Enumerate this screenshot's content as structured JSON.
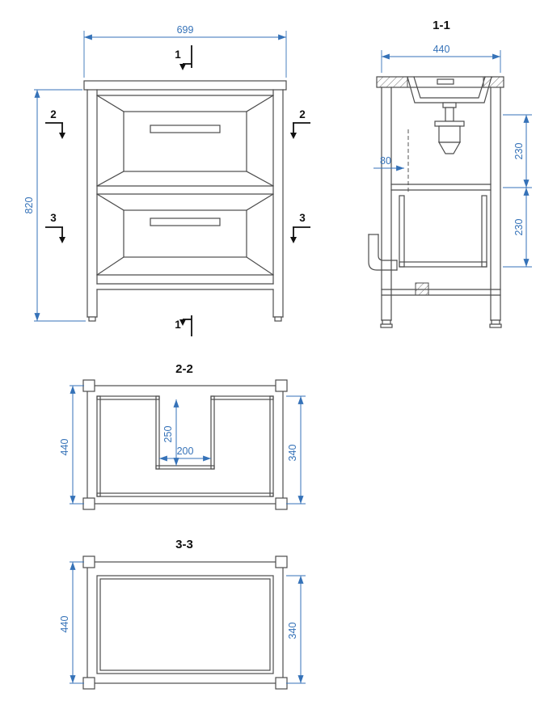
{
  "page": {
    "background": "#ffffff"
  },
  "style": {
    "line_color": "#4c4c4c",
    "dimension_color": "#3572b8",
    "label_color": "#111111"
  },
  "front_view": {
    "dims": {
      "width": "699",
      "height": "820"
    },
    "section_markers": {
      "cut1_top": "1",
      "cut1_bottom": "1",
      "cut2_left": "2",
      "cut2_right": "2",
      "cut3_left": "3",
      "cut3_right": "3"
    }
  },
  "section_1_1": {
    "title": "1-1",
    "dims": {
      "width": "440",
      "upper_height": "230",
      "lower_height": "230",
      "drain_offset": "80"
    }
  },
  "section_2_2": {
    "title": "2-2",
    "dims": {
      "outer_depth": "440",
      "inner_depth": "340",
      "recess_depth": "250",
      "recess_width": "200"
    }
  },
  "section_3_3": {
    "title": "3-3",
    "dims": {
      "outer_depth": "440",
      "inner_depth": "340"
    }
  }
}
